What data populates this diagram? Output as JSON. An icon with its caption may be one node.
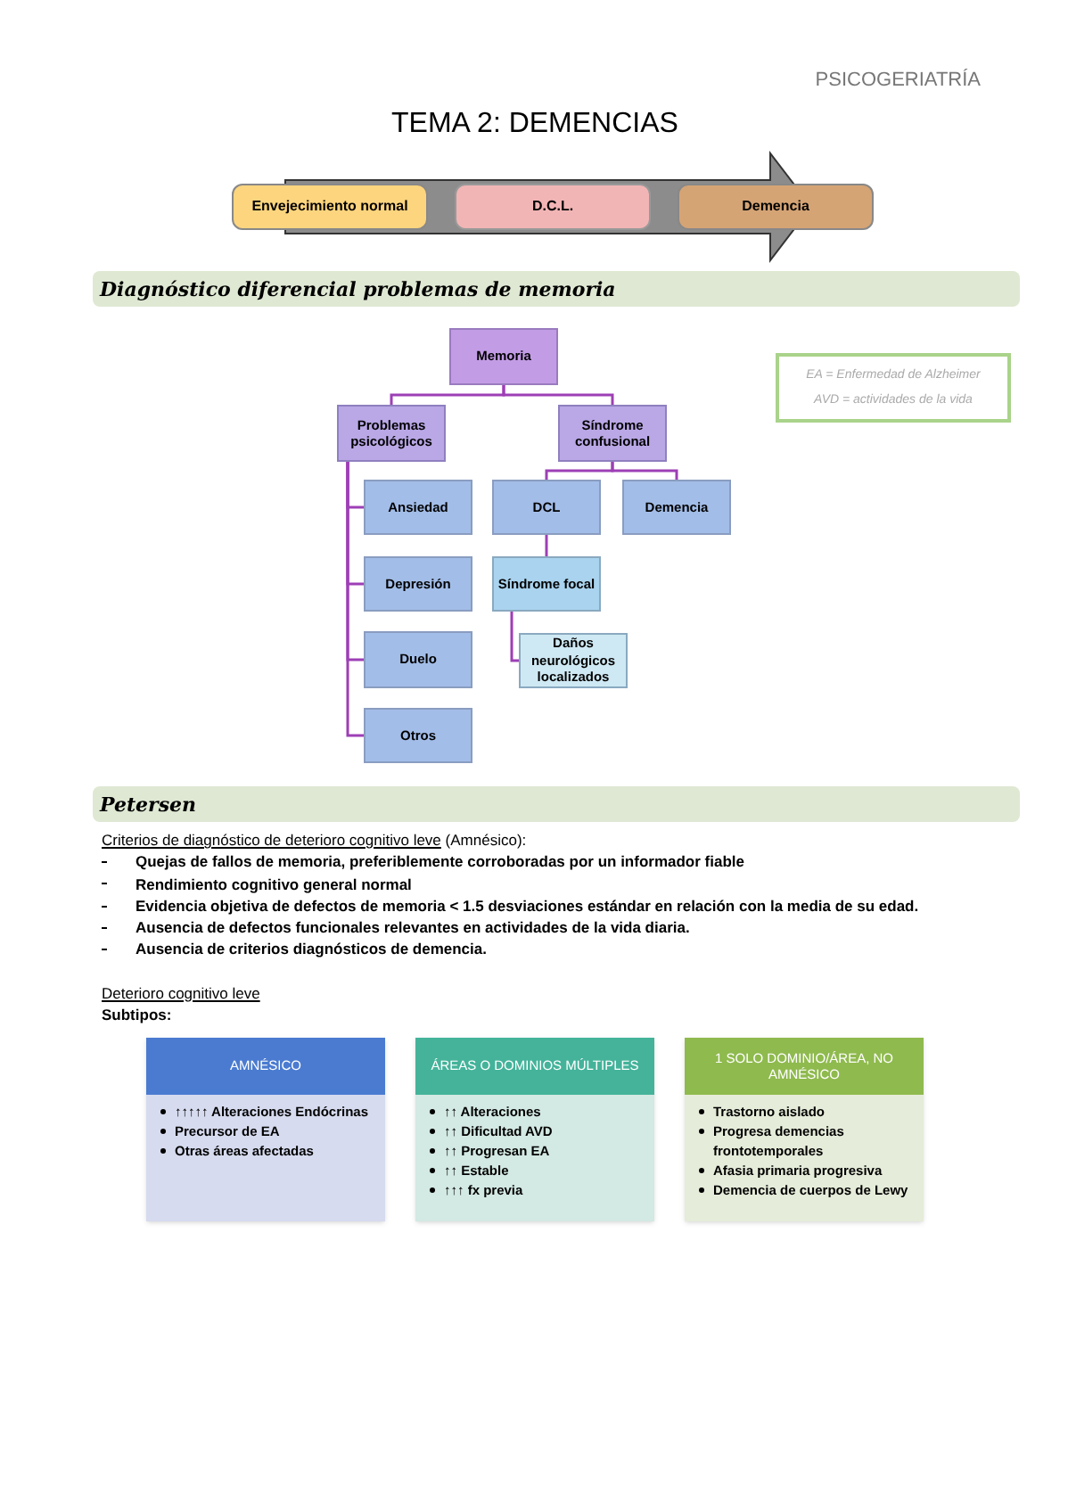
{
  "diagram": {
    "title": "TEMA 2: DEMENCIAS",
    "nodes": [
      {
        "text": [
          "Envejecimiento normal"
        ]
      },
      {
        "text": [
          "D.C.L."
        ]
      },
      {
        "text": [
          "Demencia"
        ]
      },
      {
        "text": [
          "Memoria"
        ]
      },
      {
        "text": [
          "Problemas psicológicos"
        ]
      },
      {
        "text": [
          "Síndrome confusional"
        ]
      },
      {
        "text": [
          "Ansiedad"
        ]
      },
      {
        "text": [
          "Depresión"
        ]
      },
      {
        "text": [
          "Duelo"
        ]
      },
      {
        "text": [
          "Otros"
        ]
      },
      {
        "text": [
          "DCL"
        ]
      },
      {
        "text": [
          "Demencia"
        ]
      },
      {
        "text": [
          "Síndrome focal"
        ]
      },
      {
        "text": [
          "Daños neurológicos localizados"
        ]
      },
      {
        "text": [
          "EA = Enfermedad de Alzheimer",
          "AVD = actividades de la vida"
        ]
      },
      {
        "text": [
          "AMNÉSICO",
          "↑↑↑↑↑ Alteraciones Endócrinas",
          "Precursor de EA",
          "Otras áreas afectadas"
        ]
      },
      {
        "text": [
          "ÁREAS O DOMINIOS MÚLTIPLES",
          "↑↑ Alteraciones",
          "↑↑ Dificultad AVD",
          "↑↑ Progresan EA",
          "↑↑ Estable",
          "↑↑↑ fx previa"
        ]
      },
      {
        "text": [
          "1 SOLO DOMINIO/ÁREA, NO AMNÉSICO",
          "Trastorno aislado",
          "Progresa demencias frontotemporales",
          "Afasia primaria progresiva",
          "Demencia de cuerpos de Lewy"
        ]
      }
    ],
    "edges": [
      {
        "from": 3,
        "to": 4,
        "arrow": "none"
      },
      {
        "from": 3,
        "to": 5,
        "arrow": "none"
      },
      {
        "from": 4,
        "to": 6,
        "arrow": "none"
      },
      {
        "from": 4,
        "to": 7,
        "arrow": "none"
      },
      {
        "from": 4,
        "to": 8,
        "arrow": "none"
      },
      {
        "from": 4,
        "to": 9,
        "arrow": "none"
      },
      {
        "from": 5,
        "to": 10,
        "arrow": "none"
      },
      {
        "from": 5,
        "to": 11,
        "arrow": "none"
      },
      {
        "from": 10,
        "to": 12,
        "arrow": "none"
      },
      {
        "from": 12,
        "to": 13,
        "arrow": "none"
      }
    ],
    "labels": [
      "PSICOGERIATRÍA",
      "Diagnóstico diferencial problemas de memoria",
      "Petersen",
      "Criterios de diagnóstico de deterioro cognitivo leve",
      "(Amnésico):",
      "Quejas de fallos de memoria, preferiblemente corroboradas por un informador fiable",
      "Rendimiento cognitivo general normal",
      "Evidencia objetiva de defectos de memoria < 1.5 desviaciones estándar en relación con la media de su edad.",
      "Ausencia de defectos funcionales relevantes en actividades de la vida diaria.",
      "Ausencia de criterios diagnósticos de demencia.",
      "Deterioro cognitivo leve",
      "Subtipos:"
    ]
  }
}
